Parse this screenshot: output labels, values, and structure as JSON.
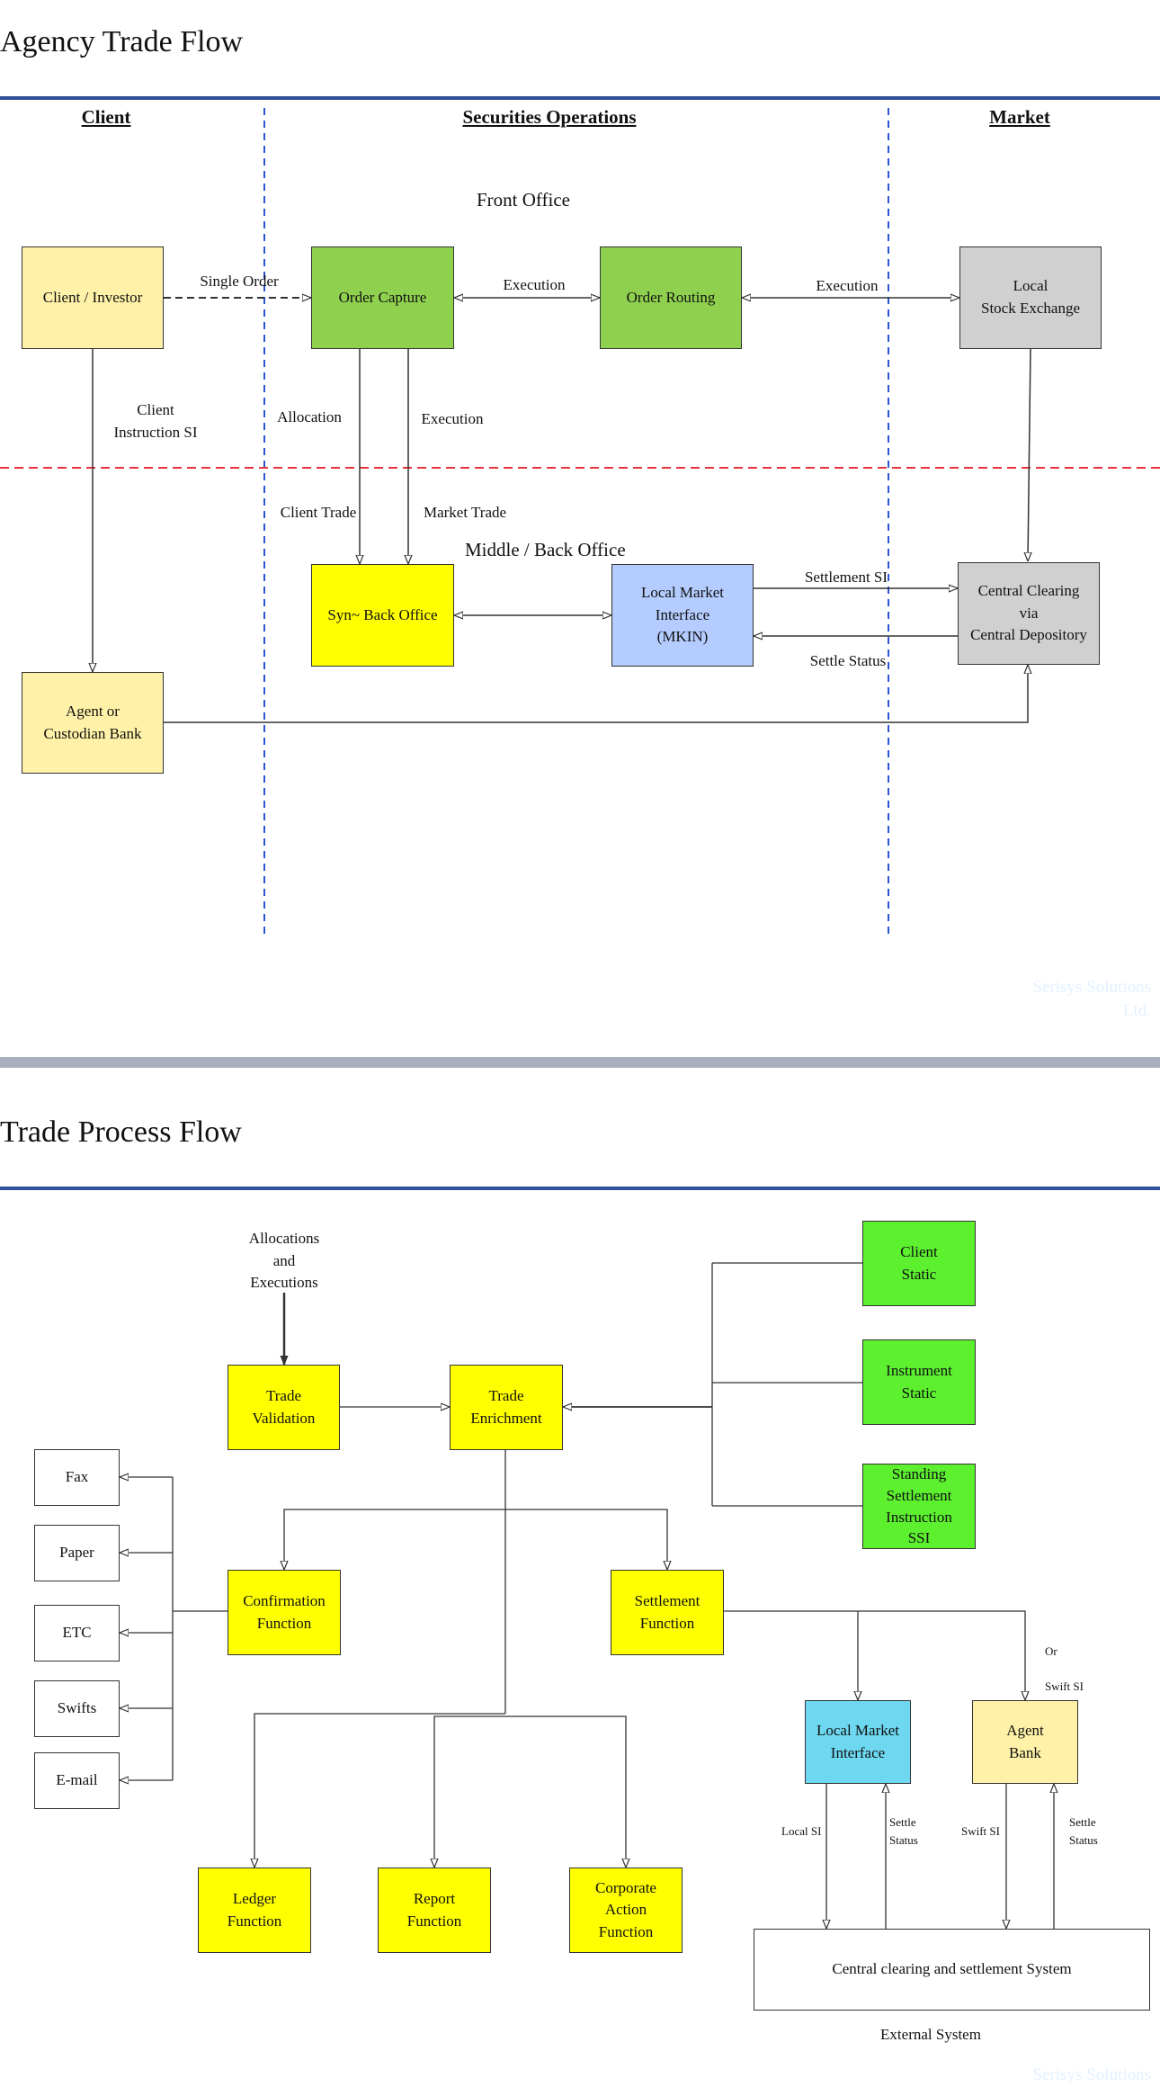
{
  "agency": {
    "title": "Agency Trade Flow",
    "lanes": {
      "client": "Client",
      "securities_ops": "Securities Operations",
      "market": "Market"
    },
    "sections": {
      "front_office": "Front Office",
      "middle_back_office": "Middle / Back Office"
    },
    "boxes": {
      "client_investor": "Client / Investor",
      "order_capture": "Order Capture",
      "order_routing": "Order Routing",
      "local_exchange": "Local\nStock Exchange",
      "back_office": "Syn~ Back Office",
      "local_market_interface": "Local Market\nInterface\n(MKIN)",
      "central_clearing": "Central Clearing\nvia\nCentral Depository",
      "agent_bank": "Agent or\nCustodian Bank"
    },
    "labels": {
      "single_order": "Single Order",
      "execution_1": "Execution",
      "execution_2": "Execution",
      "client_instruction": "Client\nInstruction SI",
      "allocation": "Allocation",
      "execution_3": "Execution",
      "client_trade": "Client Trade",
      "market_trade": "Market Trade",
      "settlement_si": "Settlement SI",
      "settle_status": "Settle Status"
    },
    "watermark": "Serisys Solutions\nLtd."
  },
  "process": {
    "title": "Trade Process Flow",
    "labels": {
      "alloc_exec": "Allocations\nand\nExecutions",
      "or_swift": "Or\n\nSwift SI",
      "local_si": "Local SI",
      "settle_status_1": "Settle\nStatus",
      "swift_si": "Swift SI",
      "settle_status_2": "Settle\nStatus",
      "external_system": "External System"
    },
    "boxes": {
      "trade_validation": "Trade\nValidation",
      "trade_enrichment": "Trade\nEnrichment",
      "client_static": "Client\nStatic",
      "instrument_static": "Instrument\nStatic",
      "ssi": "Standing\nSettlement\nInstruction\nSSI",
      "confirmation": "Confirmation\nFunction",
      "settlement": "Settlement\nFunction",
      "fax": "Fax",
      "paper": "Paper",
      "etc": "ETC",
      "swifts": "Swifts",
      "email": "E-mail",
      "local_market_interface": "Local Market\nInterface",
      "agent_bank": "Agent\nBank",
      "ledger": "Ledger\nFunction",
      "report": "Report\nFunction",
      "corporate_action": "Corporate\nAction\nFunction",
      "central_system": "Central clearing and settlement System"
    },
    "watermark": "Serisys Solutions"
  },
  "colors": {
    "light_yellow": "#fff2a8",
    "bright_green": "#8fd14f",
    "lime": "#5cf02f",
    "yellow": "#ffff00",
    "gray": "#d0d0d0",
    "blue": "#b4ccff",
    "cyan": "#6dd8f0",
    "rule": "#2f4f9a",
    "lane_divider": "#2a55d4",
    "office_divider": "#e8323c"
  }
}
